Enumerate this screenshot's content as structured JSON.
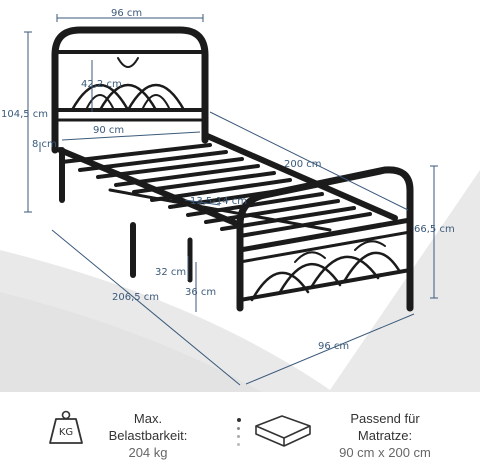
{
  "dimensions": {
    "width_top": "96 cm",
    "headboard_arch": "42,2 cm",
    "total_height": "104,5 cm",
    "inner_width": "90 cm",
    "bottom_gap": "8 cm",
    "inner_length": "200 cm",
    "slat_gap": "13,5-14 cm",
    "footboard_height": "66,5 cm",
    "under_bed_clearance": "32 cm",
    "leg_height": "36 cm",
    "total_length": "206,5 cm",
    "width_bottom": "96 cm"
  },
  "footer": {
    "load": {
      "icon": "weight-kg-icon",
      "icon_text": "KG",
      "line1": "Max.",
      "line2": "Belastbarkeit:",
      "line3": "204 kg"
    },
    "mattress": {
      "icon": "mattress-icon",
      "line1": "Passend für",
      "line2": "Matratze:",
      "line3": "90 cm x 200 cm"
    }
  },
  "colors": {
    "frame": "#1b1b1b",
    "dimension": "#3b5a7a",
    "background": "#e9e9e9"
  }
}
